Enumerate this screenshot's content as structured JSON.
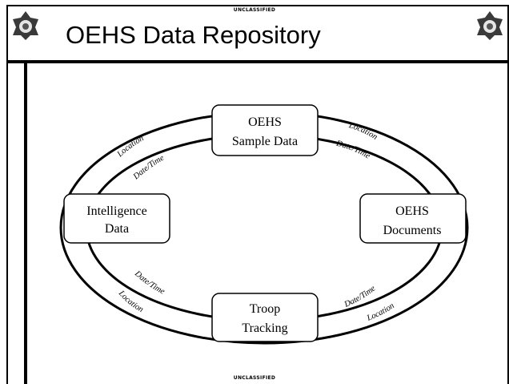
{
  "header": {
    "classification_top": "UNCLASSIFIED",
    "title": "OEHS Data Repository"
  },
  "footer": {
    "classification_bottom": "UNCLASSIFIED"
  },
  "emblems": {
    "left_icon": "insignia-icon",
    "right_icon": "insignia-icon"
  },
  "diagram": {
    "nodes": {
      "top": [
        "OEHS",
        "Sample Data"
      ],
      "left": [
        "Intelligence",
        "Data"
      ],
      "right": [
        "OEHS",
        "Documents"
      ],
      "bottom": [
        "Troop",
        "Tracking"
      ]
    },
    "links": {
      "outer_label": "Location",
      "inner_label": "Date/Time"
    }
  }
}
